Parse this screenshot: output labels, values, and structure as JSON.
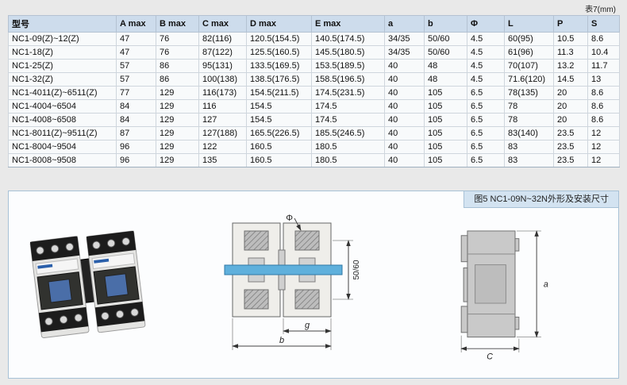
{
  "page": {
    "table_label": "表7(mm)"
  },
  "table": {
    "headers": [
      "型号",
      "A max",
      "B max",
      "C max",
      "D max",
      "E max",
      "a",
      "b",
      "Φ",
      "L",
      "P",
      "S"
    ],
    "rows": [
      [
        "NC1-09(Z)~12(Z)",
        "47",
        "76",
        "82(116)",
        "120.5(154.5)",
        "140.5(174.5)",
        "34/35",
        "50/60",
        "4.5",
        "60(95)",
        "10.5",
        "8.6"
      ],
      [
        "NC1-18(Z)",
        "47",
        "76",
        "87(122)",
        "125.5(160.5)",
        "145.5(180.5)",
        "34/35",
        "50/60",
        "4.5",
        "61(96)",
        "11.3",
        "10.4"
      ],
      [
        "NC1-25(Z)",
        "57",
        "86",
        "95(131)",
        "133.5(169.5)",
        "153.5(189.5)",
        "40",
        "48",
        "4.5",
        "70(107)",
        "13.2",
        "11.7"
      ],
      [
        "NC1-32(Z)",
        "57",
        "86",
        "100(138)",
        "138.5(176.5)",
        "158.5(196.5)",
        "40",
        "48",
        "4.5",
        "71.6(120)",
        "14.5",
        "13"
      ],
      [
        "NC1-4011(Z)~6511(Z)",
        "77",
        "129",
        "116(173)",
        "154.5(211.5)",
        "174.5(231.5)",
        "40",
        "105",
        "6.5",
        "78(135)",
        "20",
        "8.6"
      ],
      [
        "NC1-4004~6504",
        "84",
        "129",
        "116",
        "154.5",
        "174.5",
        "40",
        "105",
        "6.5",
        "78",
        "20",
        "8.6"
      ],
      [
        "NC1-4008~6508",
        "84",
        "129",
        "127",
        "154.5",
        "174.5",
        "40",
        "105",
        "6.5",
        "78",
        "20",
        "8.6"
      ],
      [
        "NC1-8011(Z)~9511(Z)",
        "87",
        "129",
        "127(188)",
        "165.5(226.5)",
        "185.5(246.5)",
        "40",
        "105",
        "6.5",
        "83(140)",
        "23.5",
        "12"
      ],
      [
        "NC1-8004~9504",
        "96",
        "129",
        "122",
        "160.5",
        "180.5",
        "40",
        "105",
        "6.5",
        "83",
        "23.5",
        "12"
      ],
      [
        "NC1-8008~9508",
        "96",
        "129",
        "135",
        "160.5",
        "180.5",
        "40",
        "105",
        "6.5",
        "83",
        "23.5",
        "12"
      ]
    ]
  },
  "figure": {
    "caption": "图5 NC1-09N~32N外形及安装尺寸",
    "dims": {
      "phi": "Φ",
      "hole_spacing": "50/60",
      "g": "g",
      "b": "b",
      "a": "a",
      "c": "C"
    }
  },
  "colors": {
    "header_bg": "#cddcec",
    "figure_caption_bg": "#d3e3f1",
    "blue_band": "#5fb0dc"
  }
}
